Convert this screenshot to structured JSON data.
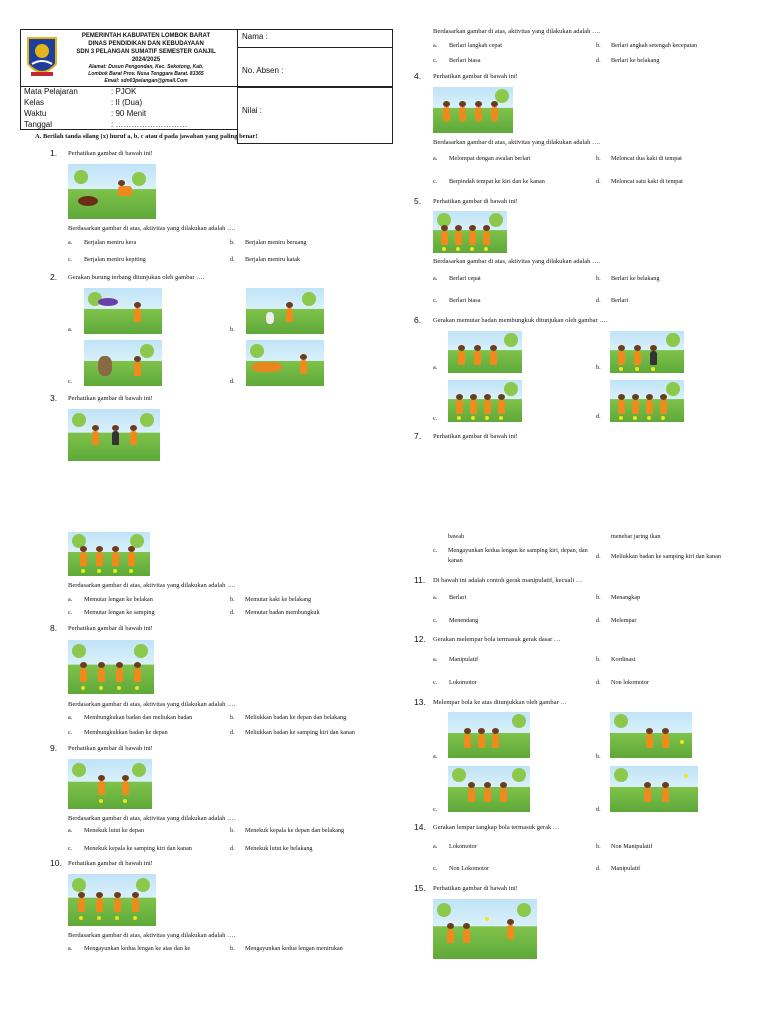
{
  "header": {
    "lines": [
      "PEMERINTAH KABUPATEN LOMBOK BARAT",
      "DINAS PENDIDIKAN DAN KEBUDAYAAN",
      "SDN 3 PELANGAN SUMATIF SEMESTER GANJIL",
      "2024/2025"
    ],
    "address": [
      "Alamat: Dusun Pengondan, Kec. Sekotong, Kab.",
      "Lombok Barat Prov. Nusa Tenggara Barat. 83365",
      "Email: sdn03pelangan@gmail.Com"
    ],
    "fields": {
      "nama": "Nama        :",
      "absen": "No. Absen   :",
      "nilai": "Nilai         :"
    },
    "info": [
      {
        "label": "Mata Pelajaran",
        "value": ":  PJOK"
      },
      {
        "label": "Kelas",
        "value": ":  II (Dua)"
      },
      {
        "label": "Waktu",
        "value": ":  90 Menit"
      },
      {
        "label": "Tanggal",
        "value": ":  ………………………"
      }
    ],
    "instruction": "A.    Berilah tanda silang (x) huruf a, b, c atau d pada jawaban yang paling benar!"
  },
  "left": {
    "q1": {
      "num": "1.",
      "text": "Perhatikan gambar di bawah ini!",
      "prompt": "Berdasarkan gambar di atas, aktivitas yang dilakukan adalah ….",
      "a": "Berjalan meniru kera",
      "b": "Berjalan meniru beruang",
      "c": "Berjalan meniru kepiting",
      "d": "Berjalan meniru katak"
    },
    "q2": {
      "num": "2.",
      "text": "Gerakan burung terbang ditunjukan oleh gambar ….",
      "a": "a.",
      "b": "b.",
      "c": "c.",
      "d": "d."
    },
    "q3": {
      "num": "3.",
      "text": "Perhatikan gambar di bawah ini!"
    },
    "q7b": {
      "prompt": "Berdasarkan gambar di atas, aktivitas yang dilakukan adalah ….",
      "a": "Memutar lengan ke belakan",
      "b": "Memutar kaki ke belakang",
      "c": "Memutar lengan ke samping",
      "d": "Memutar badan membungkuk"
    },
    "q8": {
      "num": "8.",
      "text": "Perhatikan gambar di bawah ini!",
      "prompt": "Berdasarkan gambar di atas, aktivitas yang dilakukan adalah ….",
      "a": "Membungkukan badan dan meliukan badan",
      "b": "Meliukkan badan ke depan dan belakang",
      "c": "Membungkukkan badan ke depan",
      "d": "Meliukkan badan ke samping kiri dan kanan"
    },
    "q9": {
      "num": "9.",
      "text": "Perhatikan gambar di bawah ini!",
      "prompt": "Berdasarkan gambar di atas, aktivitas yang dilakukan adalah ….",
      "a": "Menekuk lutut ke depan",
      "b": "Menekuk kepala ke depan dan belakang",
      "c": "Menekuk kepala ke samping kiri dan kanan",
      "d": "Menekuk lutut ke belakang"
    },
    "q10": {
      "num": "10.",
      "text": "Perhatikan gambar di bawah ini!",
      "prompt": "Berdasarkan gambar di atas, aktivitas yang dilakukan adalah ….",
      "a": "Mengayunkan kedua lengan ke atas dan ke",
      "b": "Mengayunkan kedua      lengan      menirukan"
    }
  },
  "right": {
    "q3b": {
      "prompt": "Berdasarkan gambar di atas, aktivitas yang dilakukan adalah ….",
      "a": "Berlari langkah cepat",
      "b": "Berlari angkah setengah kecepatan",
      "c": "Berlari biasa",
      "d": "Berlari ke belakang"
    },
    "q4": {
      "num": "4.",
      "text": "Perhatikan gambar di bawah ini!",
      "prompt": "Berdasarkan gambar di atas, aktivitas yang dilakukan adalah ….",
      "a": "Melompat dengan awalan berlari",
      "b": "Meloncat dua kaki di tempat",
      "c": "Berpindah tempat ke kiri dan ke kanan",
      "d": "Meloncat satu kaki di tempat"
    },
    "q5": {
      "num": "5.",
      "text": "Perhatikan gambar di bawah ini!",
      "prompt": "Berdasarkan gambar di atas, aktivitas yang dilakukan adalah ….",
      "a": "Berlari cepat",
      "b": "Berlari ke belakang",
      "c": "Berlari biasa",
      "d": "Berlari"
    },
    "q6": {
      "num": "6.",
      "text": "Gerakan memutar badan membungkuk ditunjukan oleh gambar ….",
      "a": "a.",
      "b": "b.",
      "c": "c.",
      "d": "d."
    },
    "q7": {
      "num": "7.",
      "text": "Perhatikan gambar di bawah ini!"
    },
    "q10b": {
      "a_cont": "bawah",
      "b_cont": "menebar jaring ikan",
      "c": "Mengayunkan kedua lengan ke samping kiri, depan, dan kanan",
      "d": "Meliukkan badan ke samping kiri dan kanan"
    },
    "q11": {
      "num": "11.",
      "text": "Di bawah ini adalah contoh gerak manipulatif, kecuali …",
      "a": "Berlari",
      "b": "Menangkap",
      "c": "Menendang",
      "d": "Melempar"
    },
    "q12": {
      "num": "12.",
      "text": "Gerakan melempar bola termasuk gerak dasar …",
      "a": "Manipulatif",
      "b": "Kordinasi",
      "c": "Lokomotor",
      "d": "Non lokomotor"
    },
    "q13": {
      "num": "13.",
      "text": "Melempar bola ke atas ditunjukkan oleh gambar …",
      "a": "a.",
      "b": "b.",
      "c": "c.",
      "d": "d."
    },
    "q14": {
      "num": "14.",
      "text": "Gerakan lempar tangkap bola termasuk gerak …",
      "a": "Lokomotor",
      "b": "Non Manipulatif",
      "c": "Non Lokomotor",
      "d": "Manipulatif"
    },
    "q15": {
      "num": "15.",
      "text": "Perhatikan gambar di bawah ini!"
    }
  },
  "letters": {
    "a": "a.",
    "b": "b.",
    "c": "c.",
    "d": "d."
  }
}
